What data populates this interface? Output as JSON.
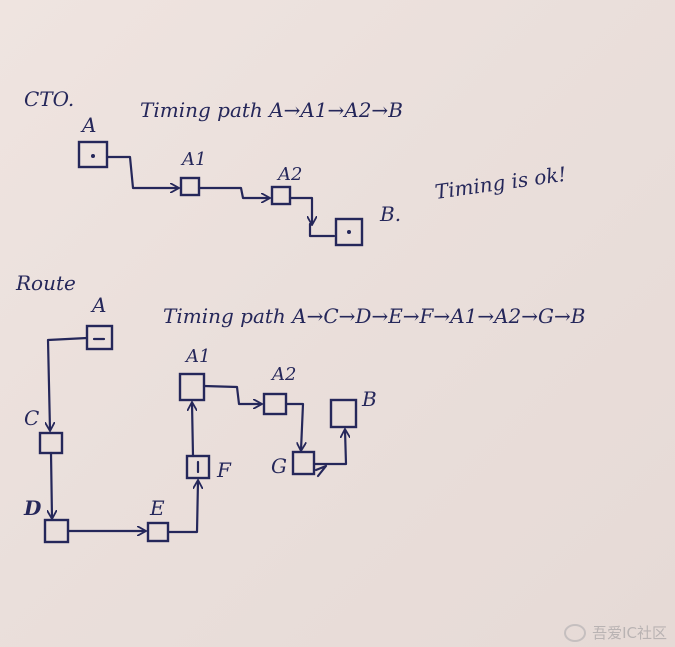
{
  "sections": {
    "cto_label": "CTO.",
    "route_label": "Route"
  },
  "cto": {
    "timing_path": "Timing path A→A1→A2→B",
    "note": "Timing is ok!",
    "nodes": {
      "a": "A",
      "a1": "A1",
      "a2": "A2",
      "b": "B."
    }
  },
  "route": {
    "timing_path": "Timing path A→C→D→E→F→A1→A2→G→B",
    "nodes": {
      "a": "A",
      "c": "C",
      "d": "D",
      "e": "E",
      "f": "F",
      "a1": "A1",
      "a2": "A2",
      "g": "G",
      "b": "B"
    }
  },
  "watermark": "吾爱IC社区",
  "colors": {
    "ink": "#25275a",
    "paper": "#ece1dd"
  }
}
